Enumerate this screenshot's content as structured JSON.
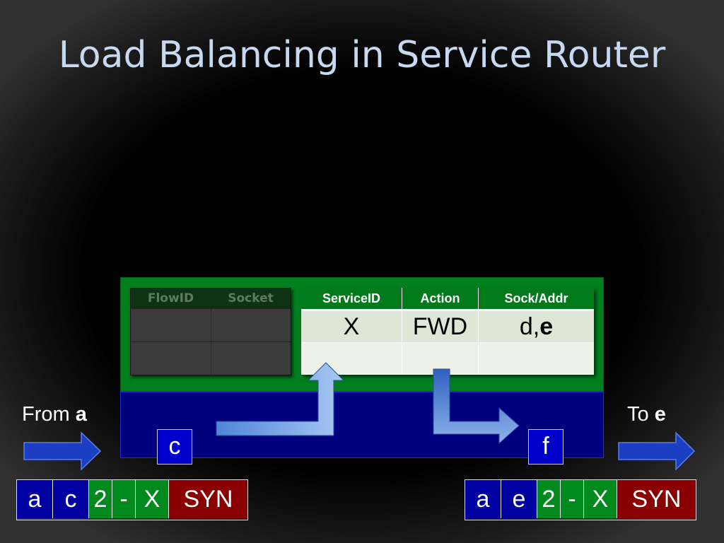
{
  "title": "Load Balancing in Service Router",
  "flow_table": {
    "headers": [
      "FlowID",
      "Socket"
    ]
  },
  "service_table": {
    "headers": [
      "ServiceID",
      "Action",
      "Sock/Addr"
    ],
    "rows": [
      {
        "service_id": "X",
        "action": "FWD",
        "addr_prefix": "d,",
        "addr_bold": "e"
      },
      {
        "service_id": "",
        "action": "",
        "addr_prefix": "",
        "addr_bold": ""
      }
    ]
  },
  "labels": {
    "from_prefix": "From ",
    "from_bold": "a",
    "to_prefix": "To ",
    "to_bold": "e"
  },
  "ports": {
    "in": "c",
    "out": "f"
  },
  "packet_in": [
    "a",
    "c",
    "2",
    "-",
    "X",
    "SYN"
  ],
  "packet_out": [
    "a",
    "e",
    "2",
    "-",
    "X",
    "SYN"
  ],
  "colors": {
    "router_green": "#007f1f",
    "router_blue": "#00007f",
    "field_blue": "#0000a0",
    "field_green": "#008a1e",
    "field_red": "#8a0000",
    "title": "#c6d9f1"
  }
}
